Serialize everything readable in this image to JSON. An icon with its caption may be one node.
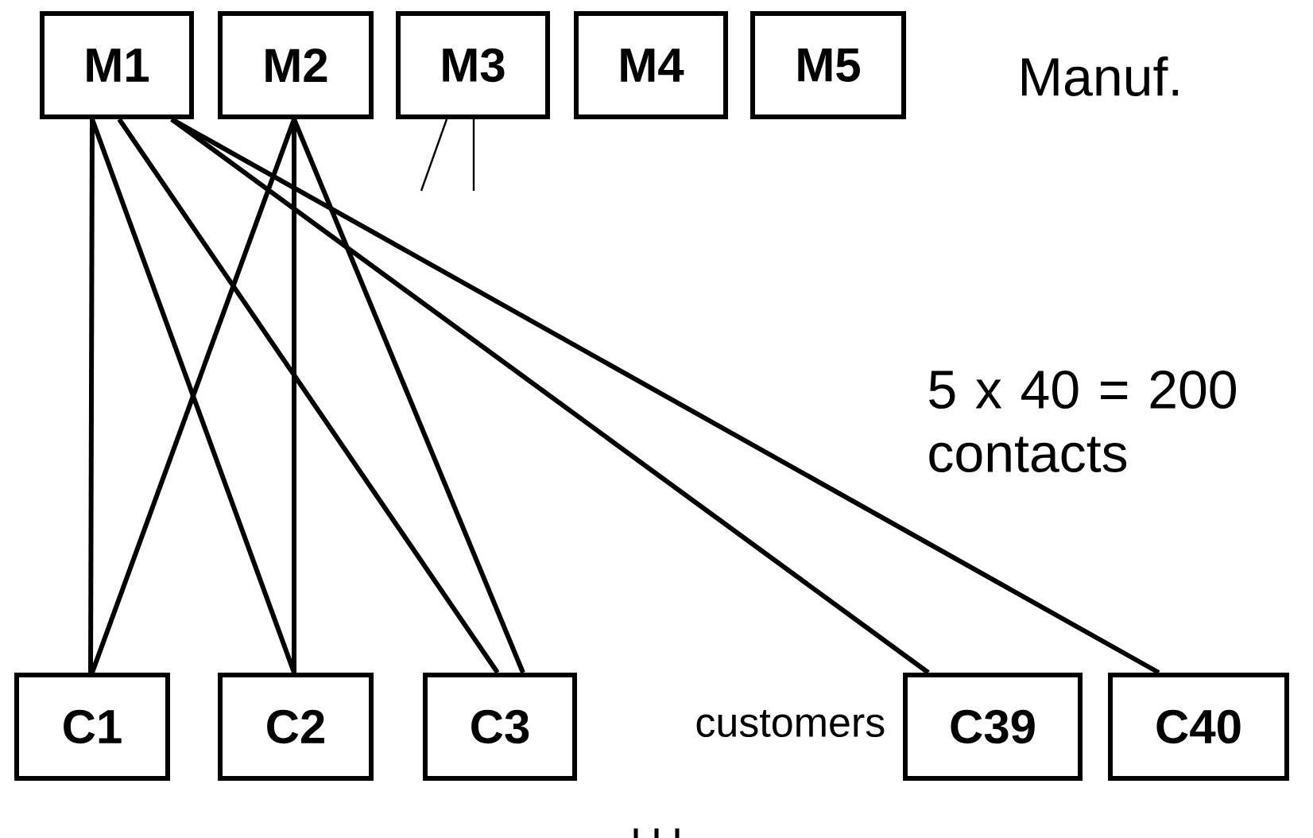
{
  "diagram": {
    "nodes": [
      {
        "text": [
          "M1"
        ]
      },
      {
        "text": [
          "M2"
        ]
      },
      {
        "text": [
          "M3"
        ]
      },
      {
        "text": [
          "M4"
        ]
      },
      {
        "text": [
          "M5"
        ]
      },
      {
        "text": [
          "C1"
        ]
      },
      {
        "text": [
          "C2"
        ]
      },
      {
        "text": [
          "C3"
        ]
      },
      {
        "text": [
          "C39"
        ]
      },
      {
        "text": [
          "C40"
        ]
      }
    ],
    "edges": [
      {
        "from": 0,
        "to": 5,
        "arrow": "none"
      },
      {
        "from": 0,
        "to": 6,
        "arrow": "none"
      },
      {
        "from": 0,
        "to": 7,
        "arrow": "none"
      },
      {
        "from": 0,
        "to": 8,
        "arrow": "none"
      },
      {
        "from": 0,
        "to": 9,
        "arrow": "none"
      },
      {
        "from": 1,
        "to": 5,
        "arrow": "none"
      },
      {
        "from": 1,
        "to": 6,
        "arrow": "none"
      },
      {
        "from": 1,
        "to": 7,
        "arrow": "none"
      },
      {
        "from": 2,
        "to": null,
        "arrow": "none"
      },
      {
        "from": 2,
        "to": null,
        "arrow": "none"
      }
    ],
    "labels": [
      "Manuf.",
      "5 x 40 = 200 contacts",
      "customers"
    ]
  }
}
